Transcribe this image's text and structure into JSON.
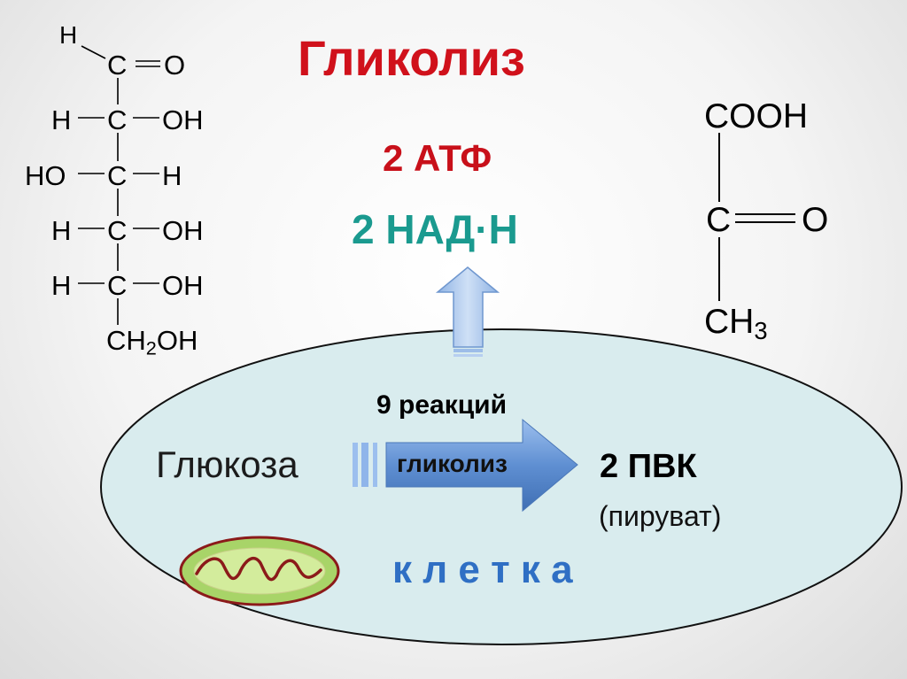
{
  "title": "Гликолиз",
  "products": {
    "atp": "2 АТФ",
    "nadh": "2 НАД·Н"
  },
  "glucose_formula": {
    "aldehyde_h": "H",
    "aldehyde_c": "C",
    "aldehyde_o": "O",
    "rows": [
      {
        "left": "H",
        "center": "C",
        "right": "OH"
      },
      {
        "left": "HO",
        "center": "C",
        "right": "H"
      },
      {
        "left": "H",
        "center": "C",
        "right": "OH"
      },
      {
        "left": "H",
        "center": "C",
        "right": "OH"
      }
    ],
    "bottom_main": "CH",
    "bottom_sub": "2",
    "bottom_tail": "OH"
  },
  "pyruvate_formula": {
    "top": "COOH",
    "middle_c": "C",
    "middle_o": "O",
    "bottom_main": "CH",
    "bottom_sub": "3"
  },
  "cell": {
    "reactions": "9 реакций",
    "substrate": "Глюкоза",
    "process": "гликолиз",
    "product": "2 ПВК",
    "product_note": "(пируват)",
    "cell_label": "к л е т к а"
  },
  "colors": {
    "title": "#d0111b",
    "atp": "#c8101a",
    "nadh": "#1a9a8f",
    "cell_label": "#2f6fc4",
    "cell_fill": "#d9ecee",
    "arrow": "#6d9bd6",
    "mito_outer": "#9ccd5a",
    "mito_edge": "#8b1a1a"
  }
}
